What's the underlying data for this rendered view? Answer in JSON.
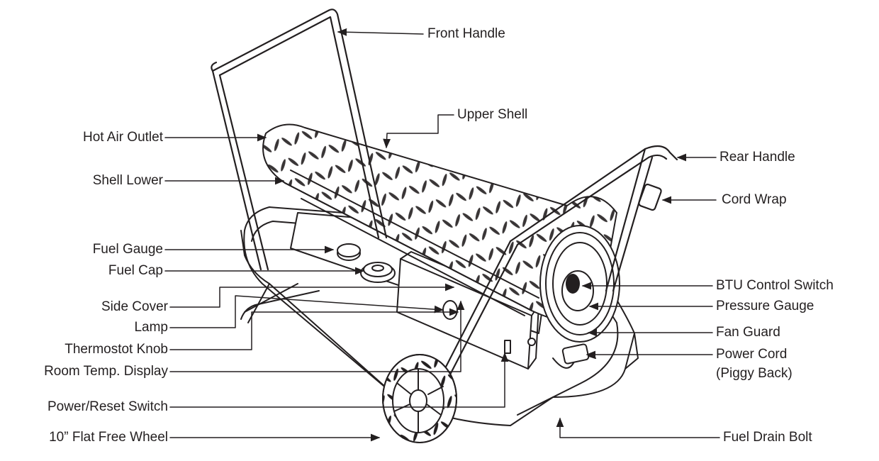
{
  "labels": {
    "front_handle": "Front Handle",
    "upper_shell": "Upper Shell",
    "hot_air_outlet": "Hot Air Outlet",
    "shell_lower": "Shell Lower",
    "rear_handle": "Rear Handle",
    "cord_wrap": "Cord Wrap",
    "fuel_gauge": "Fuel Gauge",
    "fuel_cap": "Fuel Cap",
    "side_cover": "Side Cover",
    "lamp": "Lamp",
    "thermostat_knob": "Thermostot Knob",
    "room_temp_display": "Room Temp. Display",
    "power_reset_switch": "Power/Reset Switch",
    "flat_free_wheel": "10” Flat Free Wheel",
    "btu_control_switch": "BTU Control Switch",
    "pressure_gauge": "Pressure Gauge",
    "fan_guard": "Fan Guard",
    "power_cord_line1": "Power Cord",
    "power_cord_line2": "(Piggy Back)",
    "fuel_drain_bolt": "Fuel Drain Bolt"
  },
  "colors": {
    "ink": "#231f20",
    "background": "#ffffff"
  }
}
